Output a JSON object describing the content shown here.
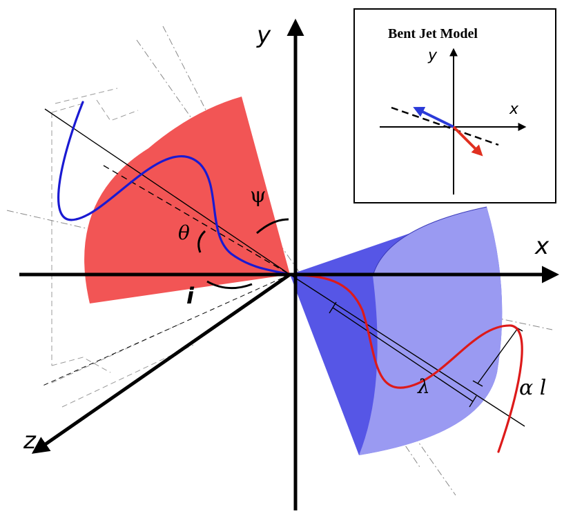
{
  "main_axes": {
    "x_label": "x",
    "y_label": "y",
    "z_label": "z"
  },
  "angles": {
    "psi": "ψ",
    "theta": "θ",
    "inclination": "i"
  },
  "jet_params": {
    "wavelength": "λ",
    "amplitude": "α l"
  },
  "inset": {
    "title": "Bent Jet Model",
    "x_label": "x",
    "y_label": "y"
  },
  "colors": {
    "red_cone": "#f25555",
    "blue_cone_dark": "#5656e6",
    "blue_cone_light": "#9a9af2",
    "blue_jet": "#1a1ad2",
    "red_jet": "#dd1a1a",
    "axis": "#000000"
  }
}
